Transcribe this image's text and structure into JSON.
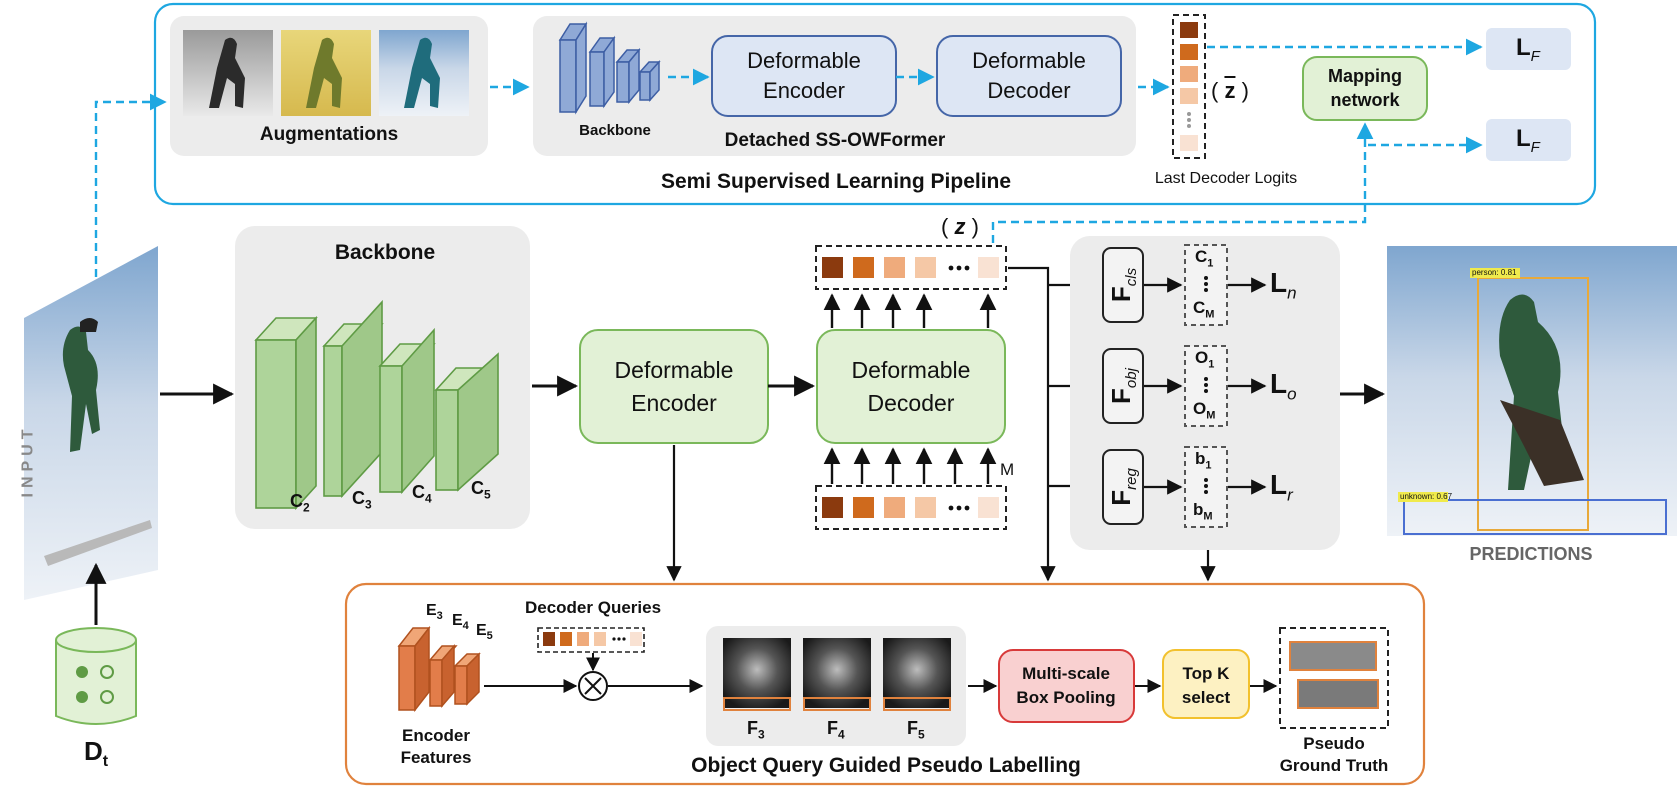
{
  "input": {
    "side_label": "INPUT",
    "dataset": "D",
    "dataset_sub": "t"
  },
  "ssl": {
    "augmentations": "Augmentations",
    "backbone": "Backbone",
    "encoder": [
      "Deformable",
      "Encoder"
    ],
    "decoder": [
      "Deformable",
      "Decoder"
    ],
    "detached": "Detached SS-OWFormer",
    "z_bar": "z",
    "last_logits": "Last Decoder Logits",
    "mapping": [
      "Mapping",
      "network"
    ],
    "loss_F": "L",
    "loss_F_sub": "F",
    "title": "Semi Supervised Learning Pipeline"
  },
  "main": {
    "backbone_title": "Backbone",
    "c_labels": [
      "C2",
      "C3",
      "C4",
      "C5"
    ],
    "encoder": [
      "Deformable",
      "Encoder"
    ],
    "decoder": [
      "Deformable",
      "Decoder"
    ],
    "z": "z",
    "M": "M",
    "heads": [
      {
        "F_sub": "cls",
        "top": "C",
        "top_sub": "1",
        "bot": "C",
        "bot_sub": "M",
        "L_sub": "n"
      },
      {
        "F_sub": "obj",
        "top": "O",
        "top_sub": "1",
        "bot": "O",
        "bot_sub": "M",
        "L_sub": "o"
      },
      {
        "F_sub": "reg",
        "top": "b",
        "top_sub": "1",
        "bot": "b",
        "bot_sub": "M",
        "L_sub": "r"
      }
    ],
    "predictions": "PREDICTIONS",
    "pred_labels": [
      "person: 0.81",
      "unknown: 0.67"
    ]
  },
  "pseudo": {
    "E_labels": [
      "E3",
      "E4",
      "E5"
    ],
    "encoder_features": [
      "Encoder",
      "Features"
    ],
    "decoder_queries": "Decoder Queries",
    "F_labels": [
      "F3",
      "F4",
      "F5"
    ],
    "pooling": [
      "Multi-scale",
      "Box Pooling"
    ],
    "topk": [
      "Top K",
      "select"
    ],
    "pseudo_gt": [
      "Pseudo",
      "Ground Truth"
    ],
    "title": "Object Query Guided Pseudo Labelling"
  },
  "colors": {
    "blue_line": "#1ea7e1",
    "green_fill": "#e2f1d6",
    "green_stroke": "#7ab85a",
    "blue_fill": "#dde6f4",
    "blue_stroke": "#4566a8",
    "orange_stroke": "#e0823d",
    "red_fill": "#f9d0d0",
    "yellow_fill": "#fdf1c2",
    "gray_panel": "#ececec",
    "logit_colors": [
      "#8b3a0e",
      "#cf6a1d",
      "#efab7c",
      "#f5c8a6",
      "#f9e2d3"
    ]
  }
}
